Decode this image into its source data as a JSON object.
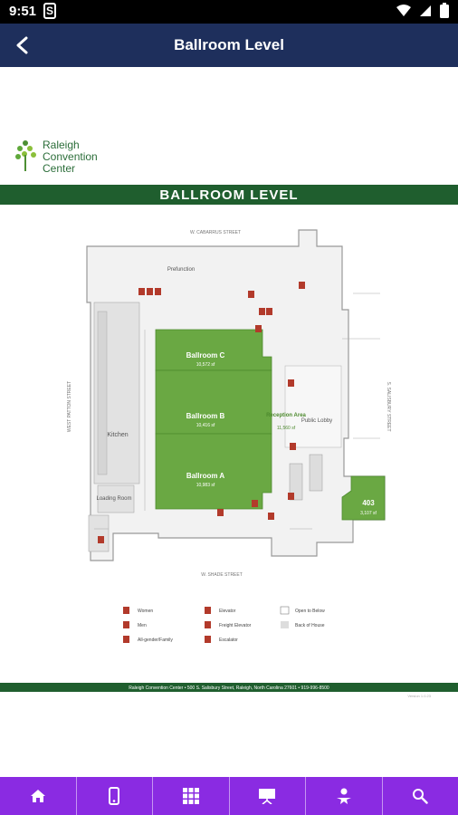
{
  "status": {
    "time": "9:51",
    "s_icon": "S"
  },
  "appbar": {
    "title": "Ballroom Level"
  },
  "map": {
    "brand_line1": "Raleigh",
    "brand_line2": "Convention",
    "brand_line3": "Center",
    "banner_title": "BALLROOM LEVEL",
    "street_north": "W. CABARRUS STREET",
    "street_south": "W. SHADE STREET",
    "street_west": "WEST PATTON STREET",
    "street_east": "S. SALISBURY STREET",
    "prefunction": "Prefunction",
    "kitchen": "Kitchen",
    "loading": "Loading Room",
    "public_lobby": "Public Lobby",
    "rooms": [
      {
        "name": "Ballroom C",
        "area": "10,572 sf"
      },
      {
        "name": "Ballroom B",
        "area": "10,416 sf"
      },
      {
        "name": "Ballroom A",
        "area": "10,983 sf"
      },
      {
        "name": "Reception Area",
        "area": "11,560 sf"
      },
      {
        "name": "403",
        "area": "3,107 sf"
      }
    ],
    "legend": [
      {
        "label": "Women"
      },
      {
        "label": "Elevator"
      },
      {
        "label": "Open to Below"
      },
      {
        "label": "Men"
      },
      {
        "label": "Freight Elevator"
      },
      {
        "label": "Back of House"
      },
      {
        "label": "All-gender/Family"
      },
      {
        "label": "Escalator"
      }
    ],
    "footer": "Raleigh Convention Center • 500 S. Salisbury Street, Raleigh, North Carolina 27601 • 919-996-8500",
    "version": "Version 1.0.23"
  },
  "nav": {
    "items": [
      "home-icon",
      "phone-icon",
      "grid-icon",
      "presentation-icon",
      "person-icon",
      "search-icon"
    ]
  },
  "colors": {
    "appbar": "#1e2f5c",
    "nav": "#8a2be2",
    "green": "#6aa843",
    "banner": "#1f5e2e",
    "marker": "#b23a2b"
  }
}
